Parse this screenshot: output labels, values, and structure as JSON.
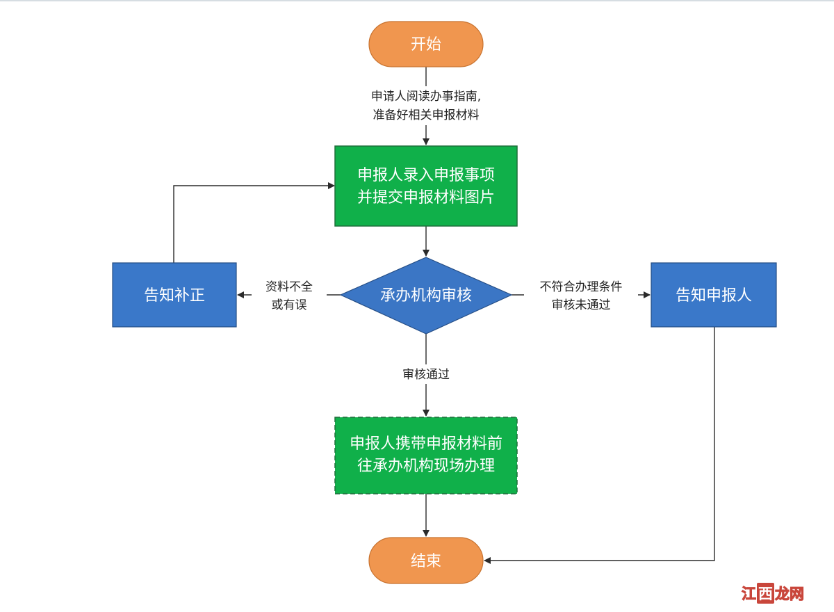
{
  "diagram": {
    "colors": {
      "terminal": "#f0964f",
      "process_green": "#10b04a",
      "process_blue": "#3a78c9",
      "decision": "#3b76c5",
      "line": "#2b2b2b"
    },
    "nodes": {
      "start": {
        "lines": [
          "开始"
        ]
      },
      "submit": {
        "lines": [
          "申报人录入申报事项",
          "并提交申报材料图片"
        ]
      },
      "review": {
        "lines": [
          "承办机构审核"
        ]
      },
      "correct": {
        "lines": [
          "告知补正"
        ]
      },
      "notify": {
        "lines": [
          "告知申报人"
        ]
      },
      "onsite": {
        "lines": [
          "申报人携带申报材料前",
          "往承办机构现场办理"
        ]
      },
      "end": {
        "lines": [
          "结束"
        ]
      }
    },
    "edges": {
      "start_to_submit": {
        "lines": [
          "申请人阅读办事指南,",
          "准备好相关申报材料"
        ]
      },
      "review_to_correct": {
        "lines": [
          "资料不全",
          "或有误"
        ]
      },
      "review_to_notify": {
        "lines": [
          "不符合办理条件",
          "审核未通过"
        ]
      },
      "review_to_onsite": {
        "lines": [
          "审核通过"
        ]
      }
    }
  },
  "watermark": {
    "left": "江",
    "middle": "西",
    "right": "龙网"
  }
}
